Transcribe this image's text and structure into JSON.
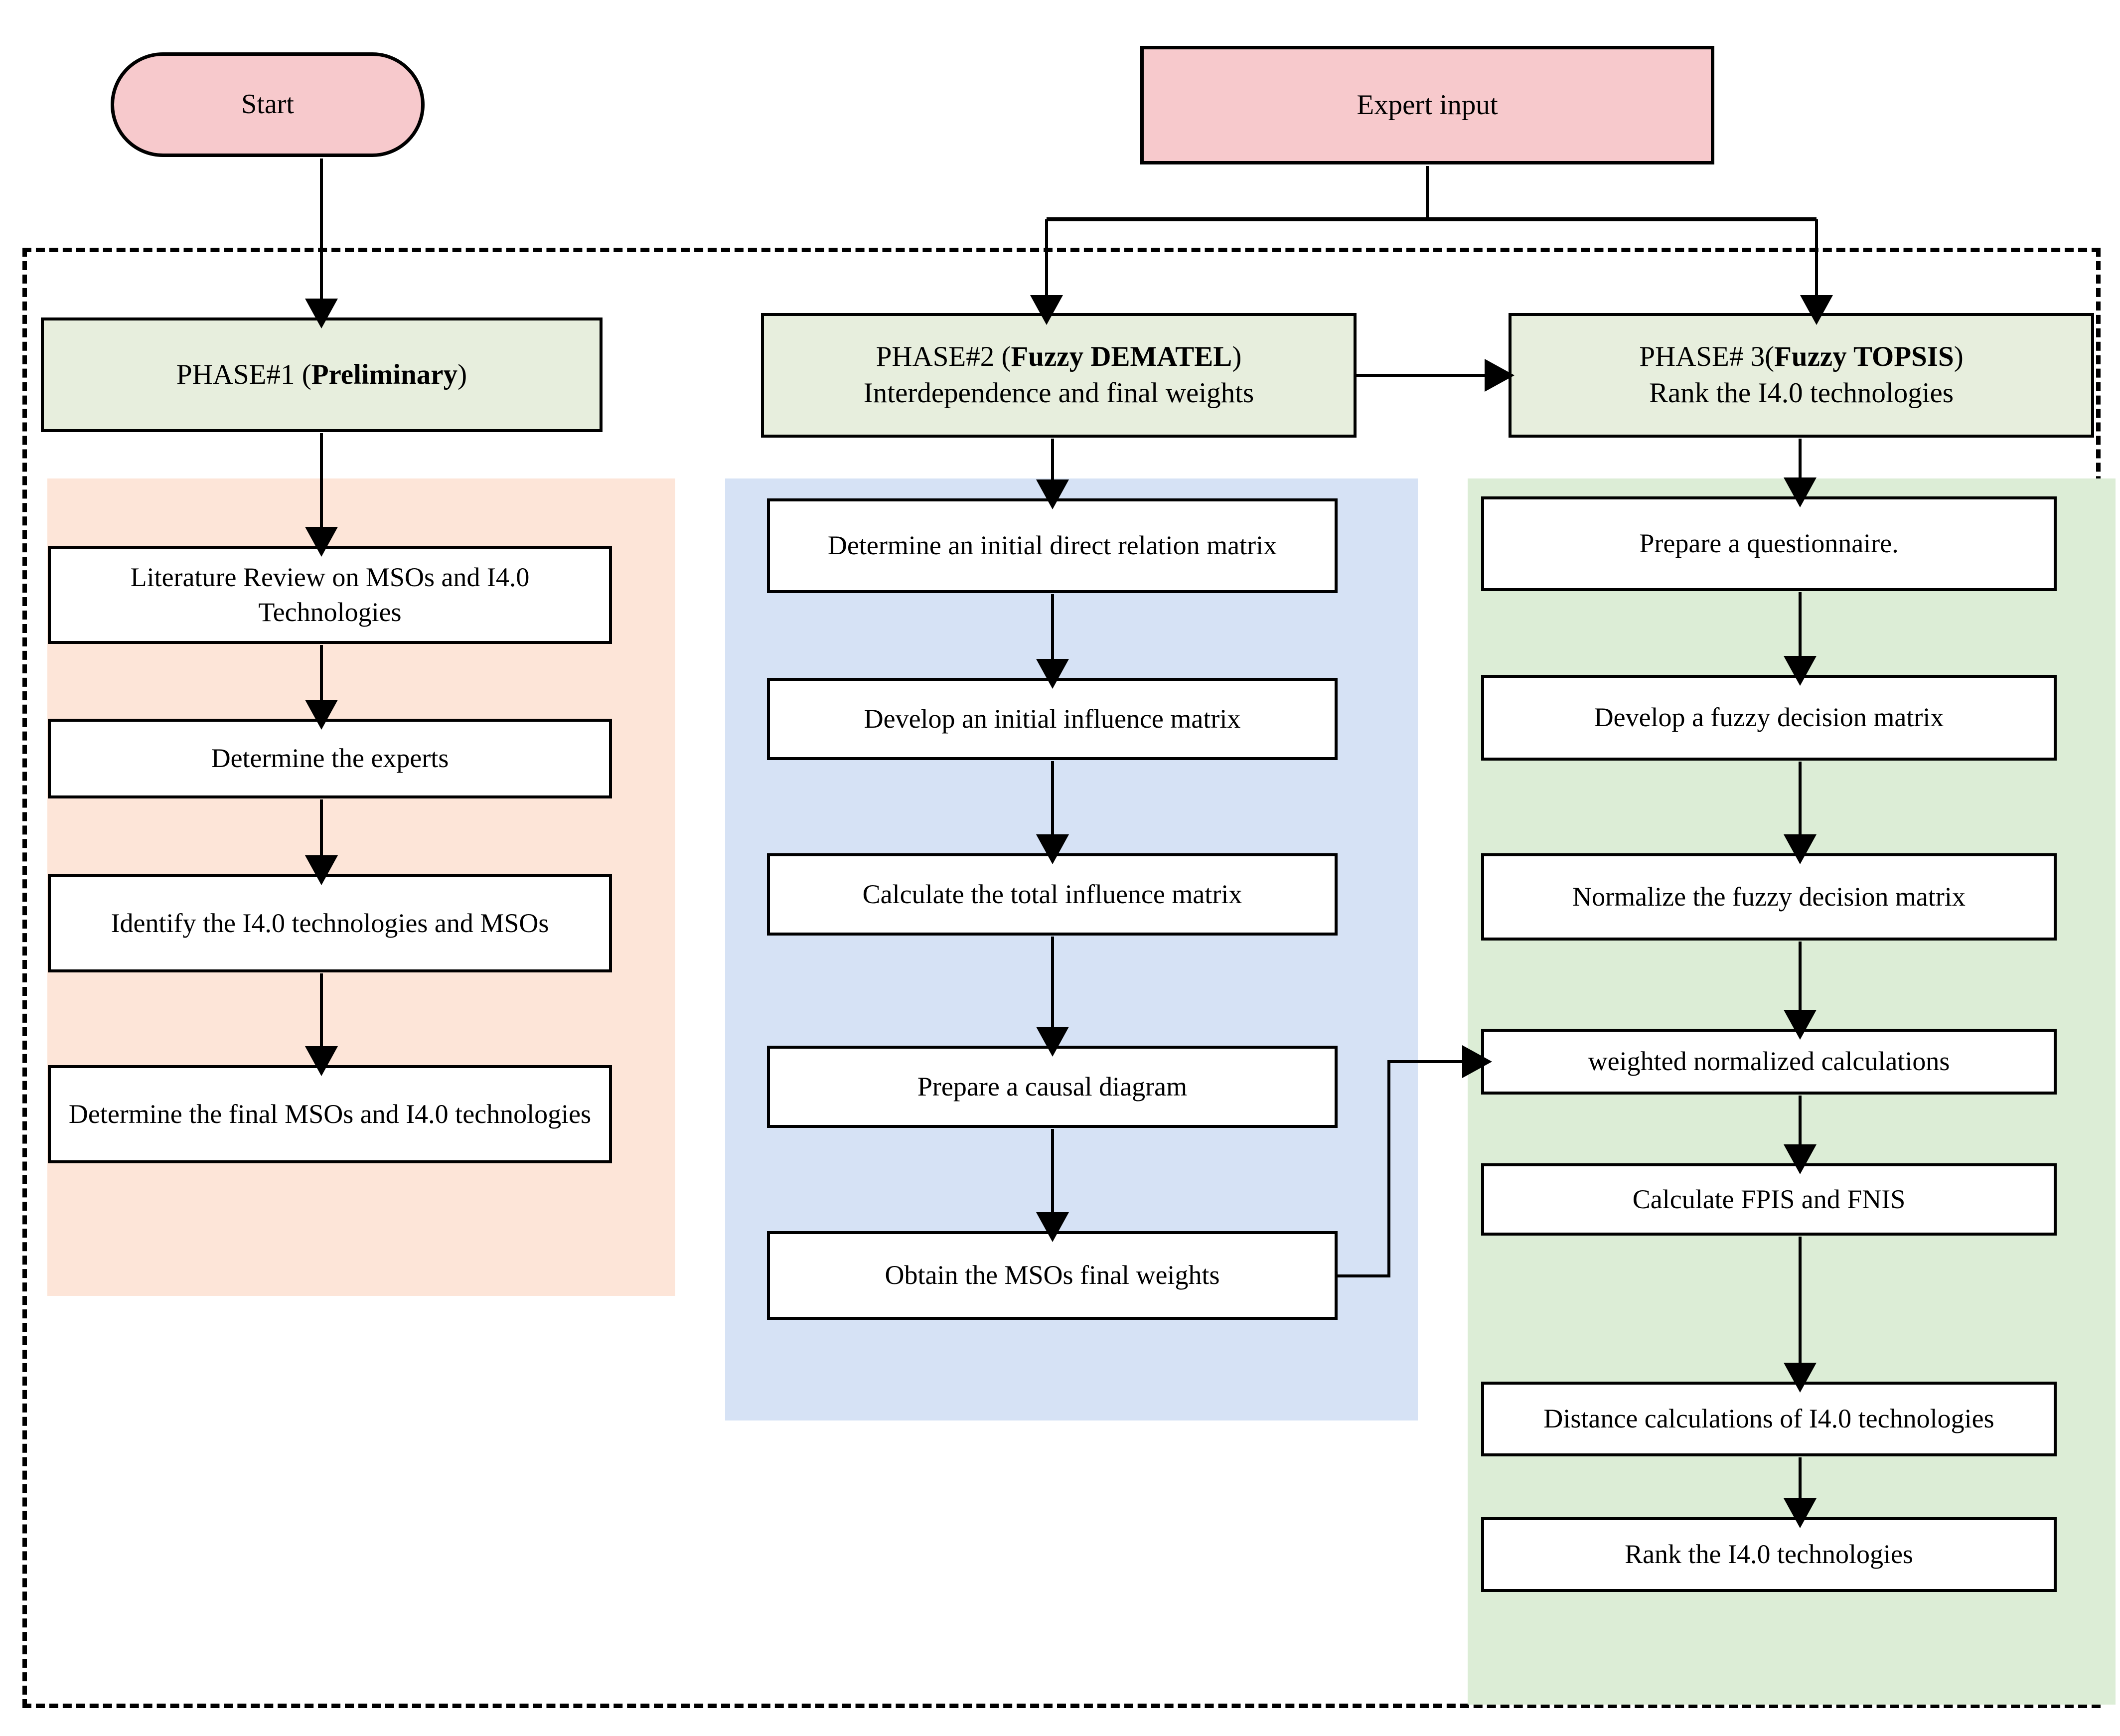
{
  "diagram": {
    "title": "Research methodology flowchart",
    "colors": {
      "terminal_fill": "#F7C9CC",
      "phase_header_fill": "#E7EEDD",
      "phase1_panel": "#FDE5D8",
      "phase2_panel": "#D6E2F5",
      "phase3_panel": "#DCEDD6",
      "node_fill": "#FFFFFF",
      "stroke": "#000000"
    }
  },
  "terminals": {
    "start": "Start",
    "expert_input": "Expert input"
  },
  "phases": [
    {
      "id": "phase1",
      "header_line1_plain": "PHASE#1 (",
      "header_line1_bold": "Preliminary",
      "header_line1_tail": ")",
      "header_line2": "",
      "steps": [
        "Literature Review on MSOs and I4.0 Technologies",
        "Determine the experts",
        "Identify the I4.0 technologies and MSOs",
        "Determine the final MSOs and I4.0 technologies"
      ]
    },
    {
      "id": "phase2",
      "header_line1_plain": "PHASE#2 (",
      "header_line1_bold": "Fuzzy DEMATEL",
      "header_line1_tail": ")",
      "header_line2": "Interdependence and final weights",
      "steps": [
        "Determine an initial direct relation matrix",
        "Develop an initial influence matrix",
        "Calculate the total influence matrix",
        "Prepare a causal diagram",
        "Obtain the MSOs final weights"
      ]
    },
    {
      "id": "phase3",
      "header_line1_plain": "PHASE# 3(",
      "header_line1_bold": "Fuzzy TOPSIS",
      "header_line1_tail": ")",
      "header_line2": "Rank the I4.0 technologies",
      "steps": [
        "Prepare a questionnaire.",
        "Develop a fuzzy decision matrix",
        "Normalize the fuzzy decision matrix",
        "weighted normalized calculations",
        "Calculate FPIS and FNIS",
        "Distance calculations of I4.0 technologies",
        "Rank the I4.0 technologies"
      ]
    }
  ],
  "connections": [
    {
      "from": "start",
      "to": "phase1-header",
      "type": "vertical-arrow"
    },
    {
      "from": "expert_input",
      "to": "phase2-header",
      "type": "branch-arrow"
    },
    {
      "from": "expert_input",
      "to": "phase3-header",
      "type": "branch-arrow"
    },
    {
      "from": "phase2-header",
      "to": "phase3-header",
      "type": "horizontal-arrow"
    },
    {
      "from": "phase2-step-prepare-causal-diagram",
      "to": "phase3-step-weighted-normalized-calculations",
      "type": "elbow-arrow"
    }
  ]
}
